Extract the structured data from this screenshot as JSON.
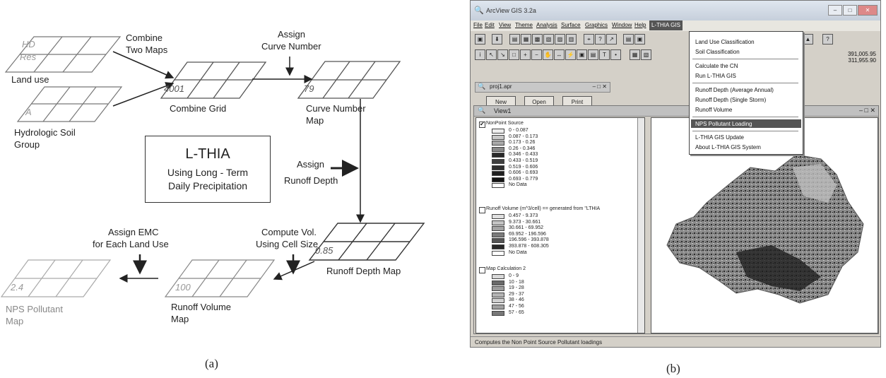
{
  "panel_a": {
    "caption": "(a)",
    "grids": {
      "landuse": {
        "line1": "HD",
        "line2": "Res"
      },
      "soil": {
        "value": "A"
      },
      "combine": {
        "value": "4001"
      },
      "cn": {
        "value": "79"
      },
      "runoff_depth": {
        "value": "0.85"
      },
      "runoff_volume": {
        "value": "100"
      },
      "nps": {
        "value": "2.4"
      }
    },
    "labels": {
      "land_use": "Land use",
      "soil_1": "Hydrologic Soil",
      "soil_2": "Group",
      "combine_two_1": "Combine",
      "combine_two_2": "Two Maps",
      "assign_cn_1": "Assign",
      "assign_cn_2": "Curve Number",
      "combine_grid": "Combine Grid",
      "cn_map_1": "Curve Number",
      "cn_map_2": "Map",
      "assign_rd_1": "Assign",
      "assign_rd_2": "Runoff Depth",
      "runoff_depth_map": "Runoff Depth Map",
      "compute_1": "Compute Vol.",
      "compute_2": "Using Cell Size",
      "emc_1": "Assign EMC",
      "emc_2": "for Each Land Use",
      "rv_map_1": "Runoff Volume",
      "rv_map_2": "Map",
      "nps_1": "NPS Pollutant",
      "nps_2": "Map"
    },
    "lthia": {
      "title": "L-THIA",
      "line1": "Using Long - Term",
      "line2": "Daily Precipitation"
    }
  },
  "panel_b": {
    "caption": "(b)",
    "window_title": "ArcView GIS 3.2a",
    "menus": [
      "File",
      "Edit",
      "View",
      "Theme",
      "Analysis",
      "Surface",
      "Graphics",
      "Window",
      "Help",
      "L-THIA GIS"
    ],
    "coords": {
      "x": "391,005.95",
      "y": "311,955.90"
    },
    "project": {
      "title": "proj1.apr",
      "buttons": [
        "New",
        "Open",
        "Print"
      ]
    },
    "view_title": "View1",
    "dropdown": [
      "Land Use Classification",
      "Soil Classification",
      "Calculate the CN",
      "Run L-THIA GIS",
      "Runoff Depth (Average Annual)",
      "Runoff Depth (Single Storm)",
      "Runoff Volume",
      "NPS Pollutant Loading",
      "L-THIA GIS Update",
      "About L-THIA GIS System"
    ],
    "themes": [
      {
        "name": "NonPoint Source",
        "checked": true,
        "classes": [
          "0 - 0.087",
          "0.087 - 0.173",
          "0.173 - 0.26",
          "0.26 - 0.346",
          "0.346 - 0.433",
          "0.433 - 0.519",
          "0.519 - 0.606",
          "0.606 - 0.693",
          "0.693 - 0.779",
          "No Data"
        ],
        "colors": [
          "#ededed",
          "#c8c8c8",
          "#a8a8a8",
          "#888888",
          "#2a2a2a",
          "#404040",
          "#303030",
          "#1e1e1e",
          "#141414",
          "#ffffff"
        ]
      },
      {
        "name": "Runoff Volume (m^3/cell) == generated from \"LTHIA",
        "checked": false,
        "classes": [
          "0.457 - 9.373",
          "9.373 - 30.661",
          "30.661 - 69.952",
          "69.952 - 196.596",
          "196.596 - 393.878",
          "393.878 - 608.305",
          "No Data"
        ],
        "colors": [
          "#e0e0e0",
          "#c4c4c4",
          "#a4a4a4",
          "#7c7c7c",
          "#545454",
          "#282828",
          "#ffffff"
        ]
      },
      {
        "name": "Map Calculation 2",
        "checked": false,
        "classes": [
          "0 - 9",
          "10 - 18",
          "19 - 28",
          "29 - 37",
          "38 - 46",
          "47 - 56",
          "57 - 65"
        ],
        "colors": [
          "#d8d8d8",
          "#6a6a6a",
          "#9c9c9c",
          "#b4b4b4",
          "#d0d0d0",
          "#a0a0a0",
          "#787878"
        ]
      }
    ],
    "status": "Computes the Non Point Source Pollutant loadings"
  }
}
